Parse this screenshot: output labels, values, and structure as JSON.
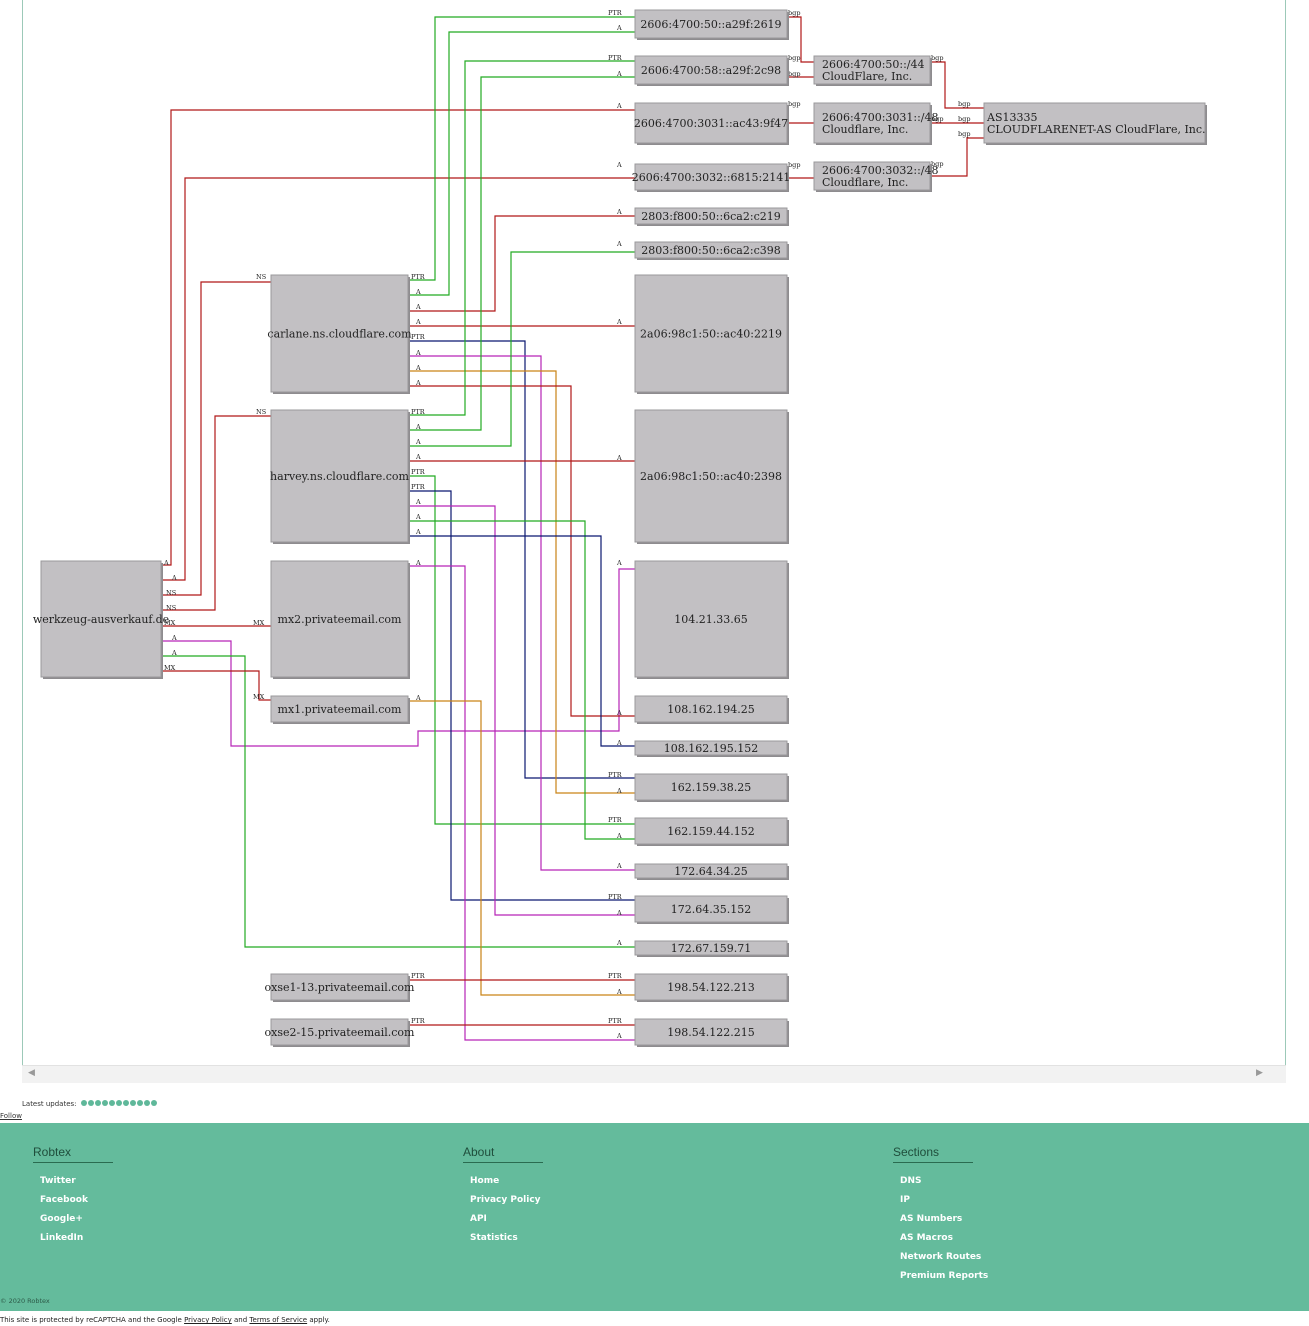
{
  "graph": {
    "colors": {
      "red": "#b01818",
      "green": "#22aa22",
      "navy": "#0b1870",
      "magenta": "#b624b6",
      "orange": "#c98316"
    },
    "nodes": [
      {
        "id": "ipv6_a29f2619",
        "label": "2606:4700:50::a29f:2619"
      },
      {
        "id": "ipv6_a29f2c98",
        "label": "2606:4700:58::a29f:2c98"
      },
      {
        "id": "ipv6_ac439f47",
        "label": "2606:4700:3031::ac43:9f47"
      },
      {
        "id": "ipv6_68152141",
        "label": "2606:4700:3032::6815:2141"
      },
      {
        "id": "net_50_44",
        "label": "2606:4700:50::/44",
        "sub": "CloudFlare, Inc."
      },
      {
        "id": "net_3031_48",
        "label": "2606:4700:3031::/48",
        "sub": "Cloudflare, Inc."
      },
      {
        "id": "net_3032_48",
        "label": "2606:4700:3032::/48",
        "sub": "Cloudflare, Inc."
      },
      {
        "id": "as13335",
        "label": "AS13335",
        "sub": "CLOUDFLARENET-AS CloudFlare, Inc."
      },
      {
        "id": "ipv6_6ca2c219",
        "label": "2803:f800:50::6ca2:c219"
      },
      {
        "id": "ipv6_6ca2c398",
        "label": "2803:f800:50::6ca2:c398"
      },
      {
        "id": "carlane",
        "label": "carlane.ns.cloudflare.com"
      },
      {
        "id": "ipv6_ac402219",
        "label": "2a06:98c1:50::ac40:2219"
      },
      {
        "id": "harvey",
        "label": "harvey.ns.cloudflare.com"
      },
      {
        "id": "ipv6_ac402398",
        "label": "2a06:98c1:50::ac40:2398"
      },
      {
        "id": "domain",
        "label": "werkzeug-ausverkauf.de"
      },
      {
        "id": "mx2",
        "label": "mx2.privateemail.com"
      },
      {
        "id": "ip_104",
        "label": "104.21.33.65"
      },
      {
        "id": "mx1",
        "label": "mx1.privateemail.com"
      },
      {
        "id": "ip_108_25",
        "label": "108.162.194.25"
      },
      {
        "id": "ip_108_152",
        "label": "108.162.195.152"
      },
      {
        "id": "ip_162_25",
        "label": "162.159.38.25"
      },
      {
        "id": "ip_162_152",
        "label": "162.159.44.152"
      },
      {
        "id": "ip_172_25",
        "label": "172.64.34.25"
      },
      {
        "id": "ip_172_152",
        "label": "172.64.35.152"
      },
      {
        "id": "ip_172_71",
        "label": "172.67.159.71"
      },
      {
        "id": "oxse1",
        "label": "oxse1-13.privateemail.com"
      },
      {
        "id": "ip_198_213",
        "label": "198.54.122.213"
      },
      {
        "id": "oxse2",
        "label": "oxse2-15.privateemail.com"
      },
      {
        "id": "ip_198_215",
        "label": "198.54.122.215"
      }
    ],
    "edge_labels": {
      "ptr": "PTR",
      "a": "A",
      "ns": "NS",
      "mx": "MX",
      "bgp": "bgp"
    }
  },
  "latest_updates_label": "Latest updates:",
  "follow_label": "Follow",
  "footer": {
    "columns": [
      {
        "title": "Robtex",
        "links": [
          "Twitter",
          "Facebook",
          "Google+",
          "LinkedIn"
        ]
      },
      {
        "title": "About",
        "links": [
          "Home",
          "Privacy Policy",
          "API",
          "Statistics"
        ]
      },
      {
        "title": "Sections",
        "links": [
          "DNS",
          "IP",
          "AS Numbers",
          "AS Macros",
          "Network Routes",
          "Premium Reports"
        ]
      }
    ],
    "copyright": "© 2020 Robtex",
    "recaptcha_pre": "This site is protected by reCAPTCHA and the Google ",
    "privacy_policy": "Privacy Policy",
    "and": " and ",
    "terms": "Terms of Service",
    "recaptcha_post": " apply."
  }
}
